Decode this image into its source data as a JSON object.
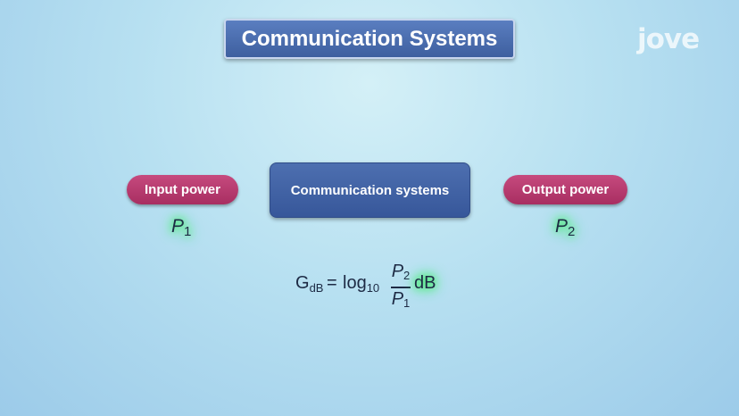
{
  "title": "Communication Systems",
  "logo": "jove",
  "input": {
    "label": "Input power",
    "symbol": "P",
    "subscript": "1"
  },
  "system": {
    "label": "Communication systems"
  },
  "output": {
    "label": "Output power",
    "symbol": "P",
    "subscript": "2"
  },
  "formula": {
    "lhs_symbol": "G",
    "lhs_subscript": "dB",
    "equals": "=",
    "log": "log",
    "log_base": "10",
    "numerator_symbol": "P",
    "numerator_subscript": "2",
    "denominator_symbol": "P",
    "denominator_subscript": "1",
    "unit": "dB"
  },
  "colors": {
    "title_box": "#4a6db0",
    "pill": "#b83a6e",
    "center_box": "#4265a6",
    "highlight_glow": "#3ff06a"
  }
}
